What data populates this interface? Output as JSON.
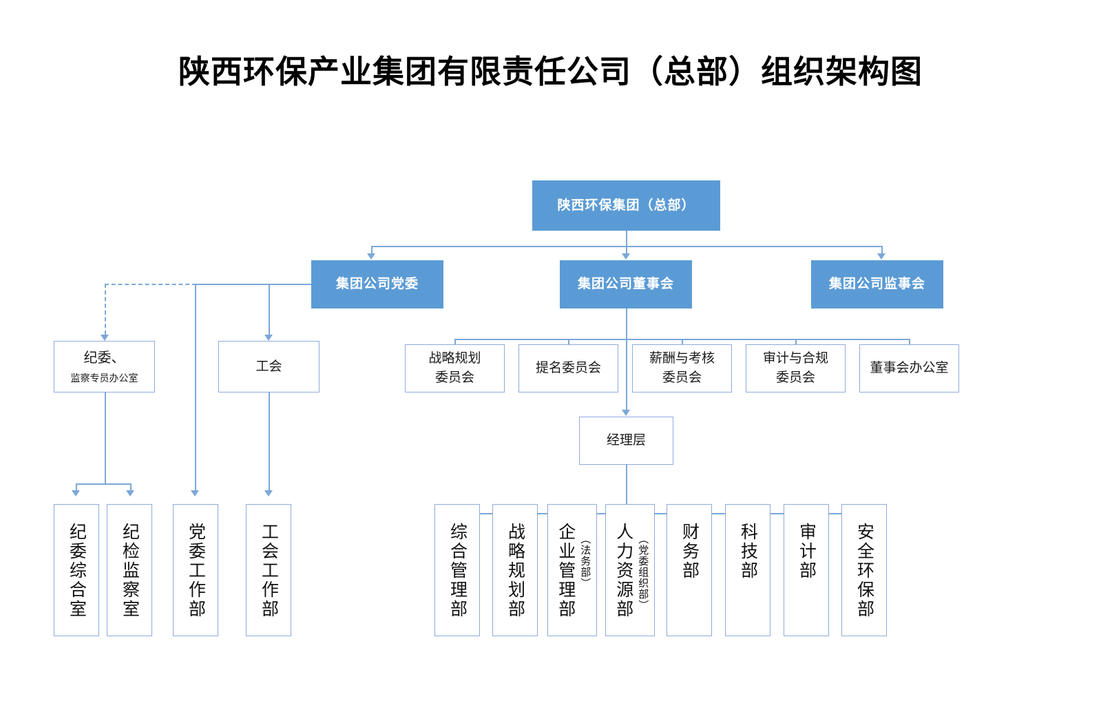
{
  "page": {
    "title": "陕西环保产业集团有限责任公司（总部）组织架构图",
    "accent_color": "#5B9BD5",
    "line_color": "#7BA7D7",
    "box_border_color": "#8FAADC",
    "background": "#FFFFFF"
  },
  "chart_data": {
    "type": "diagram",
    "diagram_kind": "organization-chart",
    "title": "陕西环保产业集团有限责任公司（总部）组织架构图",
    "nodes": [
      {
        "id": "root",
        "label": "陕西环保集团（总部）",
        "style": "filled",
        "level": 0
      },
      {
        "id": "party",
        "label": "集团公司党委",
        "style": "filled",
        "level": 1
      },
      {
        "id": "board",
        "label": "集团公司董事会",
        "style": "filled",
        "level": 1
      },
      {
        "id": "supervisors",
        "label": "集团公司监事会",
        "style": "filled",
        "level": 1
      },
      {
        "id": "discipline",
        "label": "纪委、",
        "label2": "监察专员办公室",
        "style": "plain",
        "level": 2
      },
      {
        "id": "union",
        "label": "工会",
        "style": "plain",
        "level": 2
      },
      {
        "id": "cmt-strategy",
        "label": "战略规划",
        "label2": "委员会",
        "style": "plain",
        "level": 2
      },
      {
        "id": "cmt-nomination",
        "label": "提名委员会",
        "style": "plain",
        "level": 2
      },
      {
        "id": "cmt-comp",
        "label": "薪酬与考核",
        "label2": "委员会",
        "style": "plain",
        "level": 2
      },
      {
        "id": "cmt-audit",
        "label": "审计与合规",
        "label2": "委员会",
        "style": "plain",
        "level": 2
      },
      {
        "id": "board-office",
        "label": "董事会办公室",
        "style": "plain",
        "level": 2
      },
      {
        "id": "management",
        "label": "经理层",
        "style": "plain",
        "level": 3
      },
      {
        "id": "dept-jiwei-zonghe",
        "label": "纪委综合室",
        "style": "vertical",
        "level": 4
      },
      {
        "id": "dept-jijian",
        "label": "纪检监察室",
        "style": "vertical",
        "level": 4
      },
      {
        "id": "dept-party-work",
        "label": "党委工作部",
        "style": "vertical",
        "level": 4
      },
      {
        "id": "dept-union-work",
        "label": "工会工作部",
        "style": "vertical",
        "level": 4
      },
      {
        "id": "dept-general",
        "label": "综合管理部",
        "style": "vertical",
        "level": 4
      },
      {
        "id": "dept-strategy",
        "label": "战略规划部",
        "style": "vertical",
        "level": 4
      },
      {
        "id": "dept-enterprise",
        "label": "企业管理部",
        "sub": "（法务部）",
        "style": "vertical",
        "level": 4
      },
      {
        "id": "dept-hr",
        "label": "人力资源部",
        "sub": "（党委组织部）",
        "style": "vertical",
        "level": 4
      },
      {
        "id": "dept-finance",
        "label": "财务部",
        "style": "vertical",
        "level": 4
      },
      {
        "id": "dept-tech",
        "label": "科技部",
        "style": "vertical",
        "level": 4
      },
      {
        "id": "dept-audit",
        "label": "审计部",
        "style": "vertical",
        "level": 4
      },
      {
        "id": "dept-safety",
        "label": "安全环保部",
        "style": "vertical",
        "level": 4
      }
    ],
    "edges": [
      {
        "from": "root",
        "to": "party",
        "style": "solid"
      },
      {
        "from": "root",
        "to": "board",
        "style": "solid"
      },
      {
        "from": "root",
        "to": "supervisors",
        "style": "solid"
      },
      {
        "from": "party",
        "to": "discipline",
        "style": "dashed"
      },
      {
        "from": "party",
        "to": "union",
        "style": "solid"
      },
      {
        "from": "party",
        "to": "dept-party-work",
        "style": "solid"
      },
      {
        "from": "discipline",
        "to": "dept-jiwei-zonghe",
        "style": "solid"
      },
      {
        "from": "discipline",
        "to": "dept-jijian",
        "style": "solid"
      },
      {
        "from": "union",
        "to": "dept-union-work",
        "style": "solid"
      },
      {
        "from": "board",
        "to": "cmt-strategy",
        "style": "solid"
      },
      {
        "from": "board",
        "to": "cmt-nomination",
        "style": "solid"
      },
      {
        "from": "board",
        "to": "cmt-comp",
        "style": "solid"
      },
      {
        "from": "board",
        "to": "cmt-audit",
        "style": "solid"
      },
      {
        "from": "board",
        "to": "board-office",
        "style": "solid"
      },
      {
        "from": "board",
        "to": "management",
        "style": "solid"
      },
      {
        "from": "management",
        "to": "dept-general",
        "style": "solid"
      },
      {
        "from": "management",
        "to": "dept-strategy",
        "style": "solid"
      },
      {
        "from": "management",
        "to": "dept-enterprise",
        "style": "solid"
      },
      {
        "from": "management",
        "to": "dept-hr",
        "style": "solid"
      },
      {
        "from": "management",
        "to": "dept-finance",
        "style": "solid"
      },
      {
        "from": "management",
        "to": "dept-tech",
        "style": "solid"
      },
      {
        "from": "management",
        "to": "dept-audit",
        "style": "solid"
      },
      {
        "from": "management",
        "to": "dept-safety",
        "style": "solid"
      }
    ]
  },
  "labels": {
    "root": "陕西环保集团（总部）",
    "party": "集团公司党委",
    "board": "集团公司董事会",
    "supervisors": "集团公司监事会",
    "discipline_l1": "纪委、",
    "discipline_l2": "监察专员办公室",
    "union": "工会",
    "cmt_strategy_l1": "战略规划",
    "cmt_strategy_l2": "委员会",
    "cmt_nomination": "提名委员会",
    "cmt_comp_l1": "薪酬与考核",
    "cmt_comp_l2": "委员会",
    "cmt_audit_l1": "审计与合规",
    "cmt_audit_l2": "委员会",
    "board_office": "董事会办公室",
    "management": "经理层",
    "dept_jiwei_zonghe": "纪委综合室",
    "dept_jijian": "纪检监察室",
    "dept_party_work": "党委工作部",
    "dept_union_work": "工会工作部",
    "dept_general": "综合管理部",
    "dept_strategy": "战略规划部",
    "dept_enterprise": "企业管理部",
    "dept_enterprise_sub": "（法务部）",
    "dept_hr": "人力资源部",
    "dept_hr_sub": "（党委组织部）",
    "dept_finance": "财务部",
    "dept_tech": "科技部",
    "dept_audit": "审计部",
    "dept_safety": "安全环保部"
  }
}
